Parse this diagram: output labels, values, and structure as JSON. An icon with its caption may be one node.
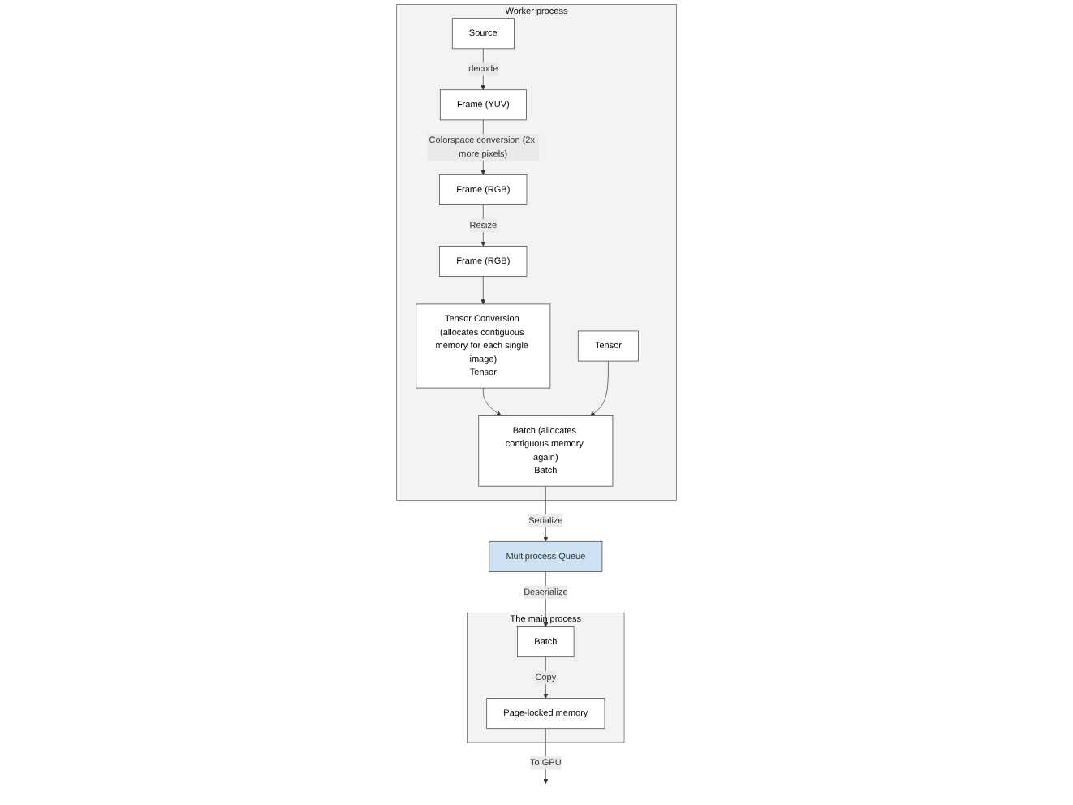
{
  "diagram": {
    "nodes": [
      {
        "text": [
          "Worker process"
        ]
      },
      {
        "text": [
          "Source"
        ],
        "in": 0
      },
      {
        "text": [
          "Frame (YUV)"
        ],
        "in": 0
      },
      {
        "text": [
          "Frame (RGB)"
        ],
        "in": 0
      },
      {
        "text": [
          "Frame (RGB)"
        ],
        "in": 0
      },
      {
        "text": [
          "Tensor Conversion (allocates contiguous memory for each single image)",
          "Tensor"
        ],
        "in": 0
      },
      {
        "text": [
          "Tensor"
        ],
        "in": 0
      },
      {
        "text": [
          "Batch (allocates contiguous memory again)",
          "Batch"
        ],
        "in": 0
      },
      {
        "text": [
          "Multiprocess Queue"
        ]
      },
      {
        "text": [
          "The main process"
        ]
      },
      {
        "text": [
          "Batch"
        ],
        "in": 9
      },
      {
        "text": [
          "Page-locked memory"
        ],
        "in": 9
      }
    ],
    "edges": [
      {
        "from": 1,
        "to": 2,
        "arrow": "to",
        "label": "decode"
      },
      {
        "from": 2,
        "to": 3,
        "arrow": "to",
        "label": "Colorspace conversion (2x more pixels)"
      },
      {
        "from": 3,
        "to": 4,
        "arrow": "to",
        "label": "Resize"
      },
      {
        "from": 4,
        "to": 5,
        "arrow": "to"
      },
      {
        "from": 5,
        "to": 7,
        "arrow": "to"
      },
      {
        "from": 6,
        "to": 7,
        "arrow": "to"
      },
      {
        "from": 7,
        "to": 8,
        "arrow": "to",
        "label": "Serialize"
      },
      {
        "from": 8,
        "to": 10,
        "arrow": "to",
        "label": "Deserialize"
      },
      {
        "from": 10,
        "to": 11,
        "arrow": "to",
        "label": "Copy"
      },
      {
        "from": 11,
        "to": null,
        "arrow": "to",
        "label": "To GPU"
      }
    ]
  }
}
